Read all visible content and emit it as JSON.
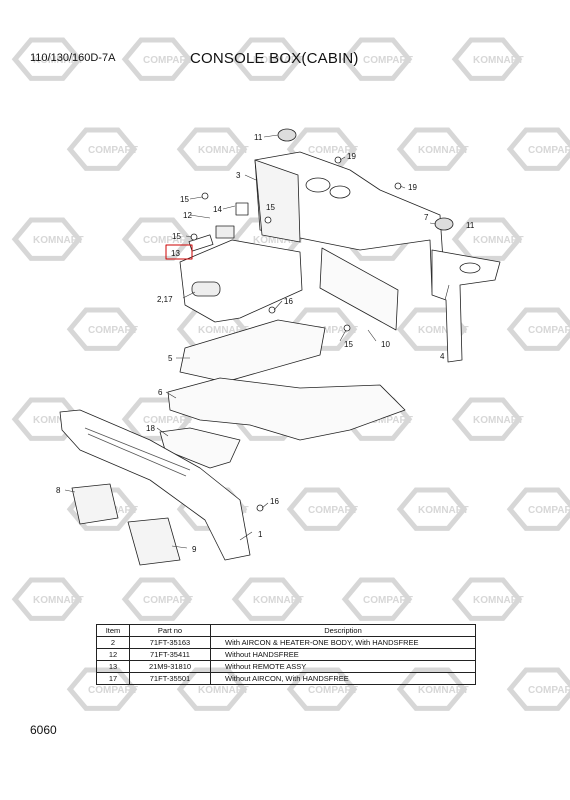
{
  "header": {
    "model": "110/130/160D-7A",
    "title": "CONSOLE BOX(CABIN)"
  },
  "watermark": {
    "text_a": "KOMNAPT",
    "text_b": "COMPART",
    "color": "#d7d7d7"
  },
  "callouts": {
    "c1": "1",
    "c2_17": "2,17",
    "c3": "3",
    "c4": "4",
    "c5": "5",
    "c6": "6",
    "c7": "7",
    "c8": "8",
    "c9": "9",
    "c10": "10",
    "c11a": "11",
    "c11b": "11",
    "c12": "12",
    "c13": "13",
    "c14": "14",
    "c15a": "15",
    "c15b": "15",
    "c15c": "15",
    "c15d": "15",
    "c16a": "16",
    "c16b": "16",
    "c18": "18",
    "c19a": "19",
    "c19b": "19"
  },
  "parts_table": {
    "headers": [
      "Item",
      "Part no",
      "Description"
    ],
    "rows": [
      {
        "item": "2",
        "part": "71FT-35163",
        "desc": "With AIRCON & HEATER-ONE BODY, With HANDSFREE"
      },
      {
        "item": "12",
        "part": "71FT-35411",
        "desc": "Without HANDSFREE"
      },
      {
        "item": "13",
        "part": "21M9-31810",
        "desc": "Without REMOTE ASSY"
      },
      {
        "item": "17",
        "part": "71FT-35501",
        "desc": "Without AIRCON, With HANDSFREE"
      }
    ]
  },
  "footer": {
    "page": "6060"
  }
}
